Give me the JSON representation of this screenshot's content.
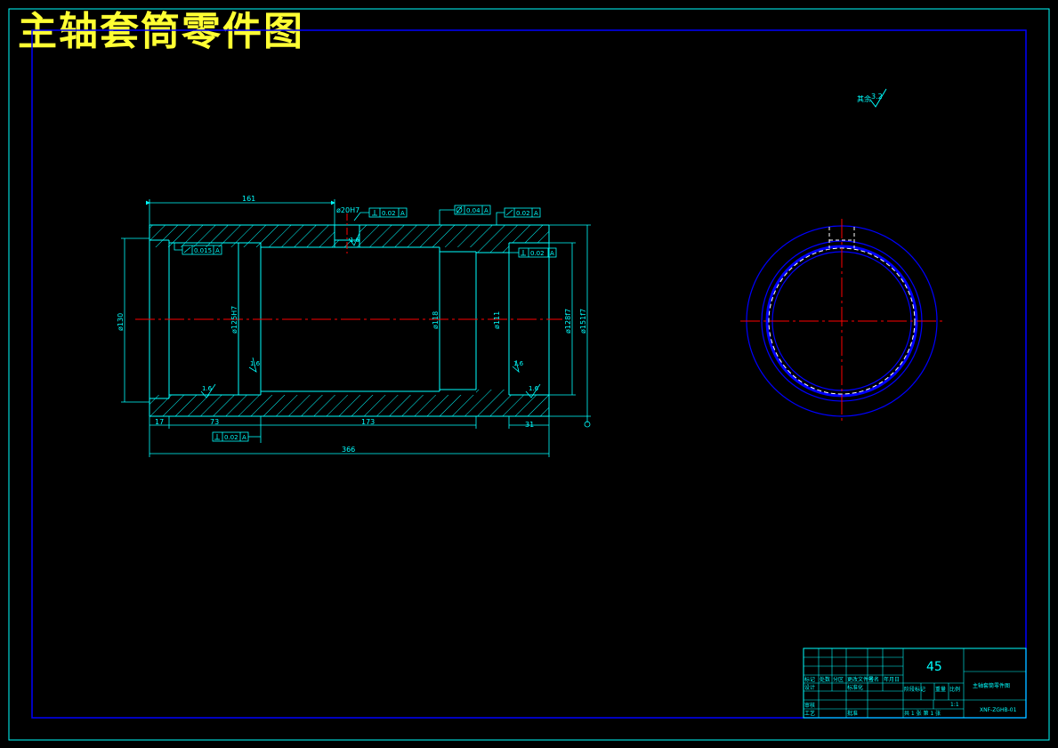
{
  "title": "主轴套筒零件图",
  "colors": {
    "background": "#000000",
    "border": "#0000ff",
    "outer_frame": "#00ffff",
    "geometry": "#00ffff",
    "center_line": "#ff0000",
    "title_text": "#ffff33",
    "dimension": "#00ffff"
  },
  "roughness_note": {
    "prefix": "其余",
    "value": "3.2"
  },
  "dimensions": {
    "len_161": "161",
    "len_17": "17",
    "len_73": "73",
    "len_173": "173",
    "len_31": "31",
    "len_366": "366",
    "dia_130": "ø130",
    "dia_125": "ø125H7",
    "dia_118": "ø118",
    "dia_111": "ø111",
    "dia_128": "ø128f7",
    "dia_151": "ø151f7",
    "dia_20": "ø20H7"
  },
  "tolerances": {
    "perp_slot": {
      "value": "0.02",
      "datum": "A"
    },
    "runout_left": {
      "value": "0.015",
      "datum": "A"
    },
    "cyl_mid": {
      "value": "0.04",
      "datum": "A"
    },
    "runout_right_top": {
      "value": "0.02",
      "datum": "A"
    },
    "perp_right": {
      "value": "0.02",
      "datum": "A"
    },
    "perp_bottom": {
      "value": "0.02",
      "datum": "A"
    }
  },
  "roughness": {
    "r1": "1.6",
    "r2": "1.6",
    "r3": "1.6",
    "r4": "1.6",
    "r5": "1.6"
  },
  "title_block": {
    "material": "45",
    "part_name": "主轴套筒零件图",
    "drawing_no": "XNF-ZGHB-01",
    "scale": "1:1",
    "sheet_info": "共 1 张  第 1 张",
    "labels": {
      "mark": "标记",
      "count": "处数",
      "zone": "分区",
      "change_no": "更改文件号",
      "signature": "签名",
      "date": "年月日",
      "designer": "设计",
      "standardize": "标准化",
      "stage_mark": "阶段标记",
      "weight": "重量",
      "scale_label": "比例",
      "review": "审核",
      "process": "工艺",
      "approve": "批准"
    }
  }
}
